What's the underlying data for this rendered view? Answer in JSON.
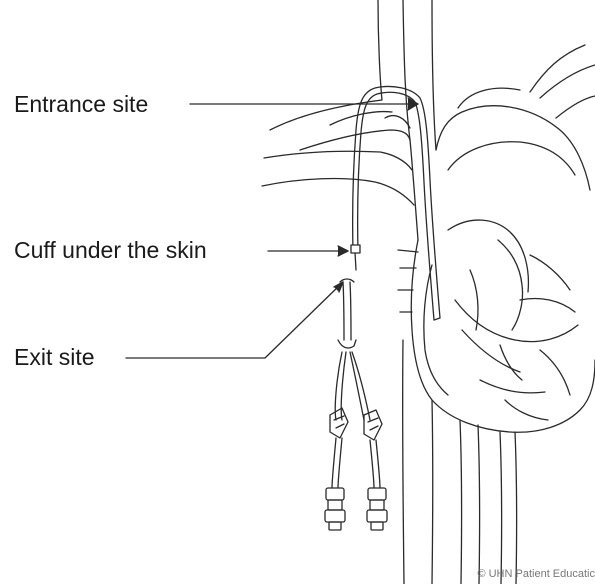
{
  "labels": {
    "entrance": "Entrance site",
    "cuff": "Cuff under the skin",
    "exit": "Exit site"
  },
  "credit": "© UHN Patient Educatic",
  "colors": {
    "line": "#2a2a2a",
    "text": "#1a1a1a",
    "credit": "#777777",
    "background": "#ffffff"
  }
}
